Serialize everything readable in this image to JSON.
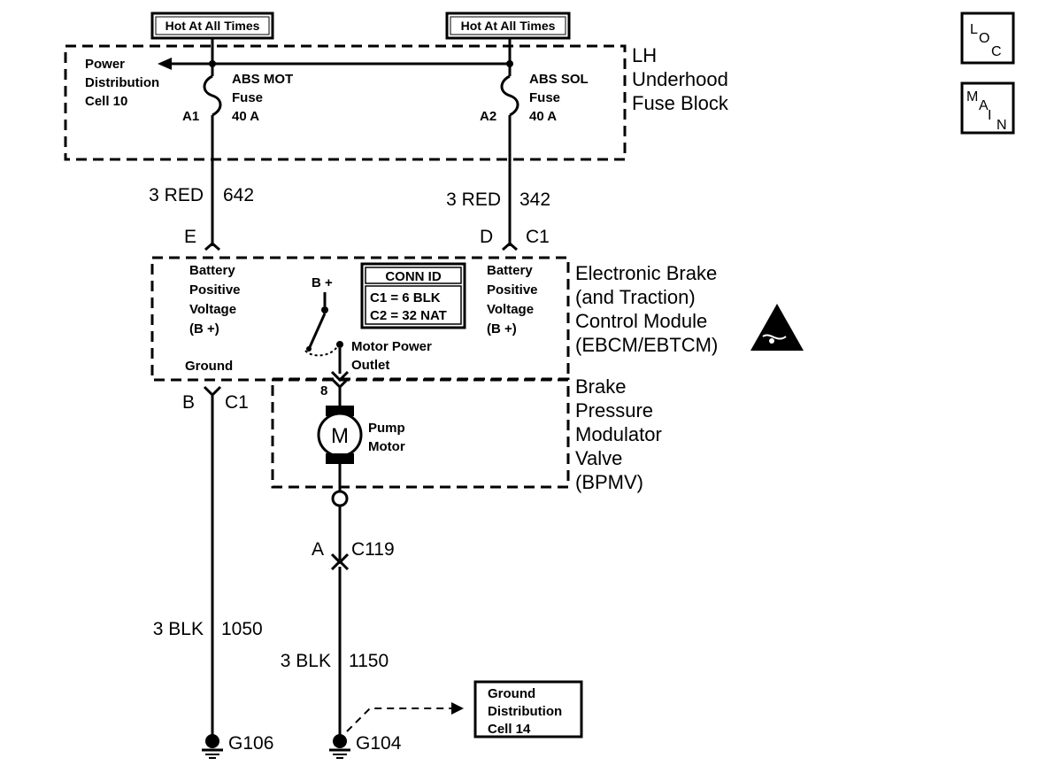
{
  "hot_left": "Hot At All Times",
  "hot_right": "Hot At All Times",
  "loc_icon": {
    "l": "L",
    "o": "O",
    "c": "C"
  },
  "main_icon": {
    "m": "M",
    "a": "A",
    "i": "I",
    "n": "N"
  },
  "fuse_block": {
    "name_line1": "LH",
    "name_line2": "Underhood",
    "name_line3": "Fuse Block",
    "power_dist": [
      "Power",
      "Distribution",
      "Cell 10"
    ],
    "fuse_left": {
      "line1": "ABS MOT",
      "line2": "Fuse",
      "line3": "40 A",
      "pin": "A1"
    },
    "fuse_right": {
      "line1": "ABS SOL",
      "line2": "Fuse",
      "line3": "40 A",
      "pin": "A2"
    }
  },
  "wires": {
    "left_top": {
      "gauge": "3 RED",
      "circuit": "642"
    },
    "right_top": {
      "gauge": "3 RED",
      "circuit": "342"
    },
    "left_bottom": {
      "gauge": "3 BLK",
      "circuit": "1050"
    },
    "mid_bottom": {
      "gauge": "3 BLK",
      "circuit": "1150"
    }
  },
  "connectors": {
    "e": "E",
    "d": "D",
    "c1_top": "C1",
    "b": "B",
    "c1_bottom": "C1",
    "a": "A",
    "c119": "C119",
    "pin8": "8"
  },
  "ebcm": {
    "name": [
      "Electronic Brake",
      "(and Traction)",
      "Control Module",
      "(EBCM/EBTCM)"
    ],
    "left_label": [
      "Battery",
      "Positive",
      "Voltage",
      "(B +)"
    ],
    "right_label": [
      "Battery",
      "Positive",
      "Voltage",
      "(B +)"
    ],
    "ground": "Ground",
    "bplus": "B +",
    "motor_outlet": [
      "Motor Power",
      "Outlet"
    ],
    "conn_id": {
      "title": "CONN ID",
      "c1": "C1 = 6 BLK",
      "c2": "C2 = 32 NAT"
    }
  },
  "bpmv": {
    "name": [
      "Brake",
      "Pressure",
      "Modulator",
      "Valve",
      "(BPMV)"
    ],
    "motor_symbol": "M",
    "motor_label": [
      "Pump",
      "Motor"
    ]
  },
  "grounds": {
    "g106": "G106",
    "g104": "G104",
    "ground_dist": [
      "Ground",
      "Distribution",
      "Cell 14"
    ]
  }
}
